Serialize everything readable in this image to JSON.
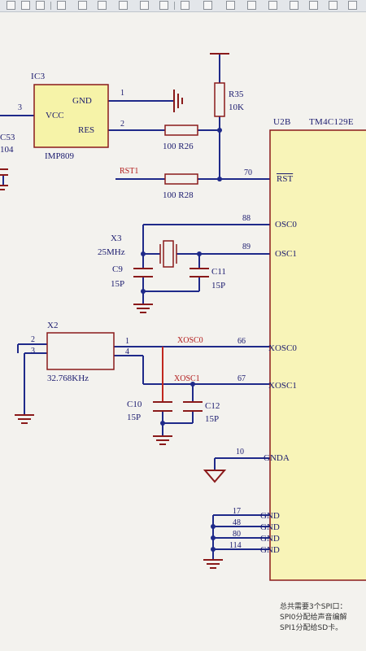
{
  "ic3": {
    "ref": "IC3",
    "part": "IMP809",
    "pins": {
      "gnd": "GND",
      "vcc": "VCC",
      "res": "RES"
    },
    "pin_numbers": {
      "vcc": "3",
      "gnd": "1",
      "res": "2"
    }
  },
  "left_cap": {
    "ref": "C53",
    "value": "104"
  },
  "r35": {
    "ref": "R35",
    "value": "10K"
  },
  "r26": {
    "label": "100 R26"
  },
  "r28": {
    "label": "100 R28"
  },
  "net_rst1": "RST1",
  "u2b": {
    "ref": "U2B",
    "part": "TM4C129E",
    "pins": [
      {
        "num": "70",
        "name": "RST"
      },
      {
        "num": "88",
        "name": "OSC0"
      },
      {
        "num": "89",
        "name": "OSC1"
      },
      {
        "num": "66",
        "name": "XOSC0"
      },
      {
        "num": "67",
        "name": "XOSC1"
      },
      {
        "num": "10",
        "name": "GNDA"
      },
      {
        "num": "17",
        "name": "GND"
      },
      {
        "num": "48",
        "name": "GND"
      },
      {
        "num": "80",
        "name": "GND"
      },
      {
        "num": "114",
        "name": "GND"
      }
    ]
  },
  "x3": {
    "ref": "X3",
    "value": "25MHz"
  },
  "c9": {
    "ref": "C9",
    "value": "15P"
  },
  "c11": {
    "ref": "C11",
    "value": "15P"
  },
  "x2": {
    "ref": "X2",
    "value": "32.768KHz",
    "pins": [
      "2",
      "3",
      "1",
      "4"
    ]
  },
  "net_xosc0": "XOSC0",
  "net_xosc1": "XOSC1",
  "c10": {
    "ref": "C10",
    "value": "15P"
  },
  "c12": {
    "ref": "C12",
    "value": "15P"
  },
  "note": {
    "line1": "总共需要3个SPI口：",
    "line2": "SPI0分配给声音编解",
    "line3": "SPI1分配给SD卡。"
  },
  "colors": {
    "wire": "#1f2a8a",
    "part_outline": "#8a1a1a",
    "ic3_fill": "#f6f3a8",
    "u2b_fill": "#f8f4b8",
    "net_label": "#b11a1a",
    "ground": "#8a1a1a"
  }
}
